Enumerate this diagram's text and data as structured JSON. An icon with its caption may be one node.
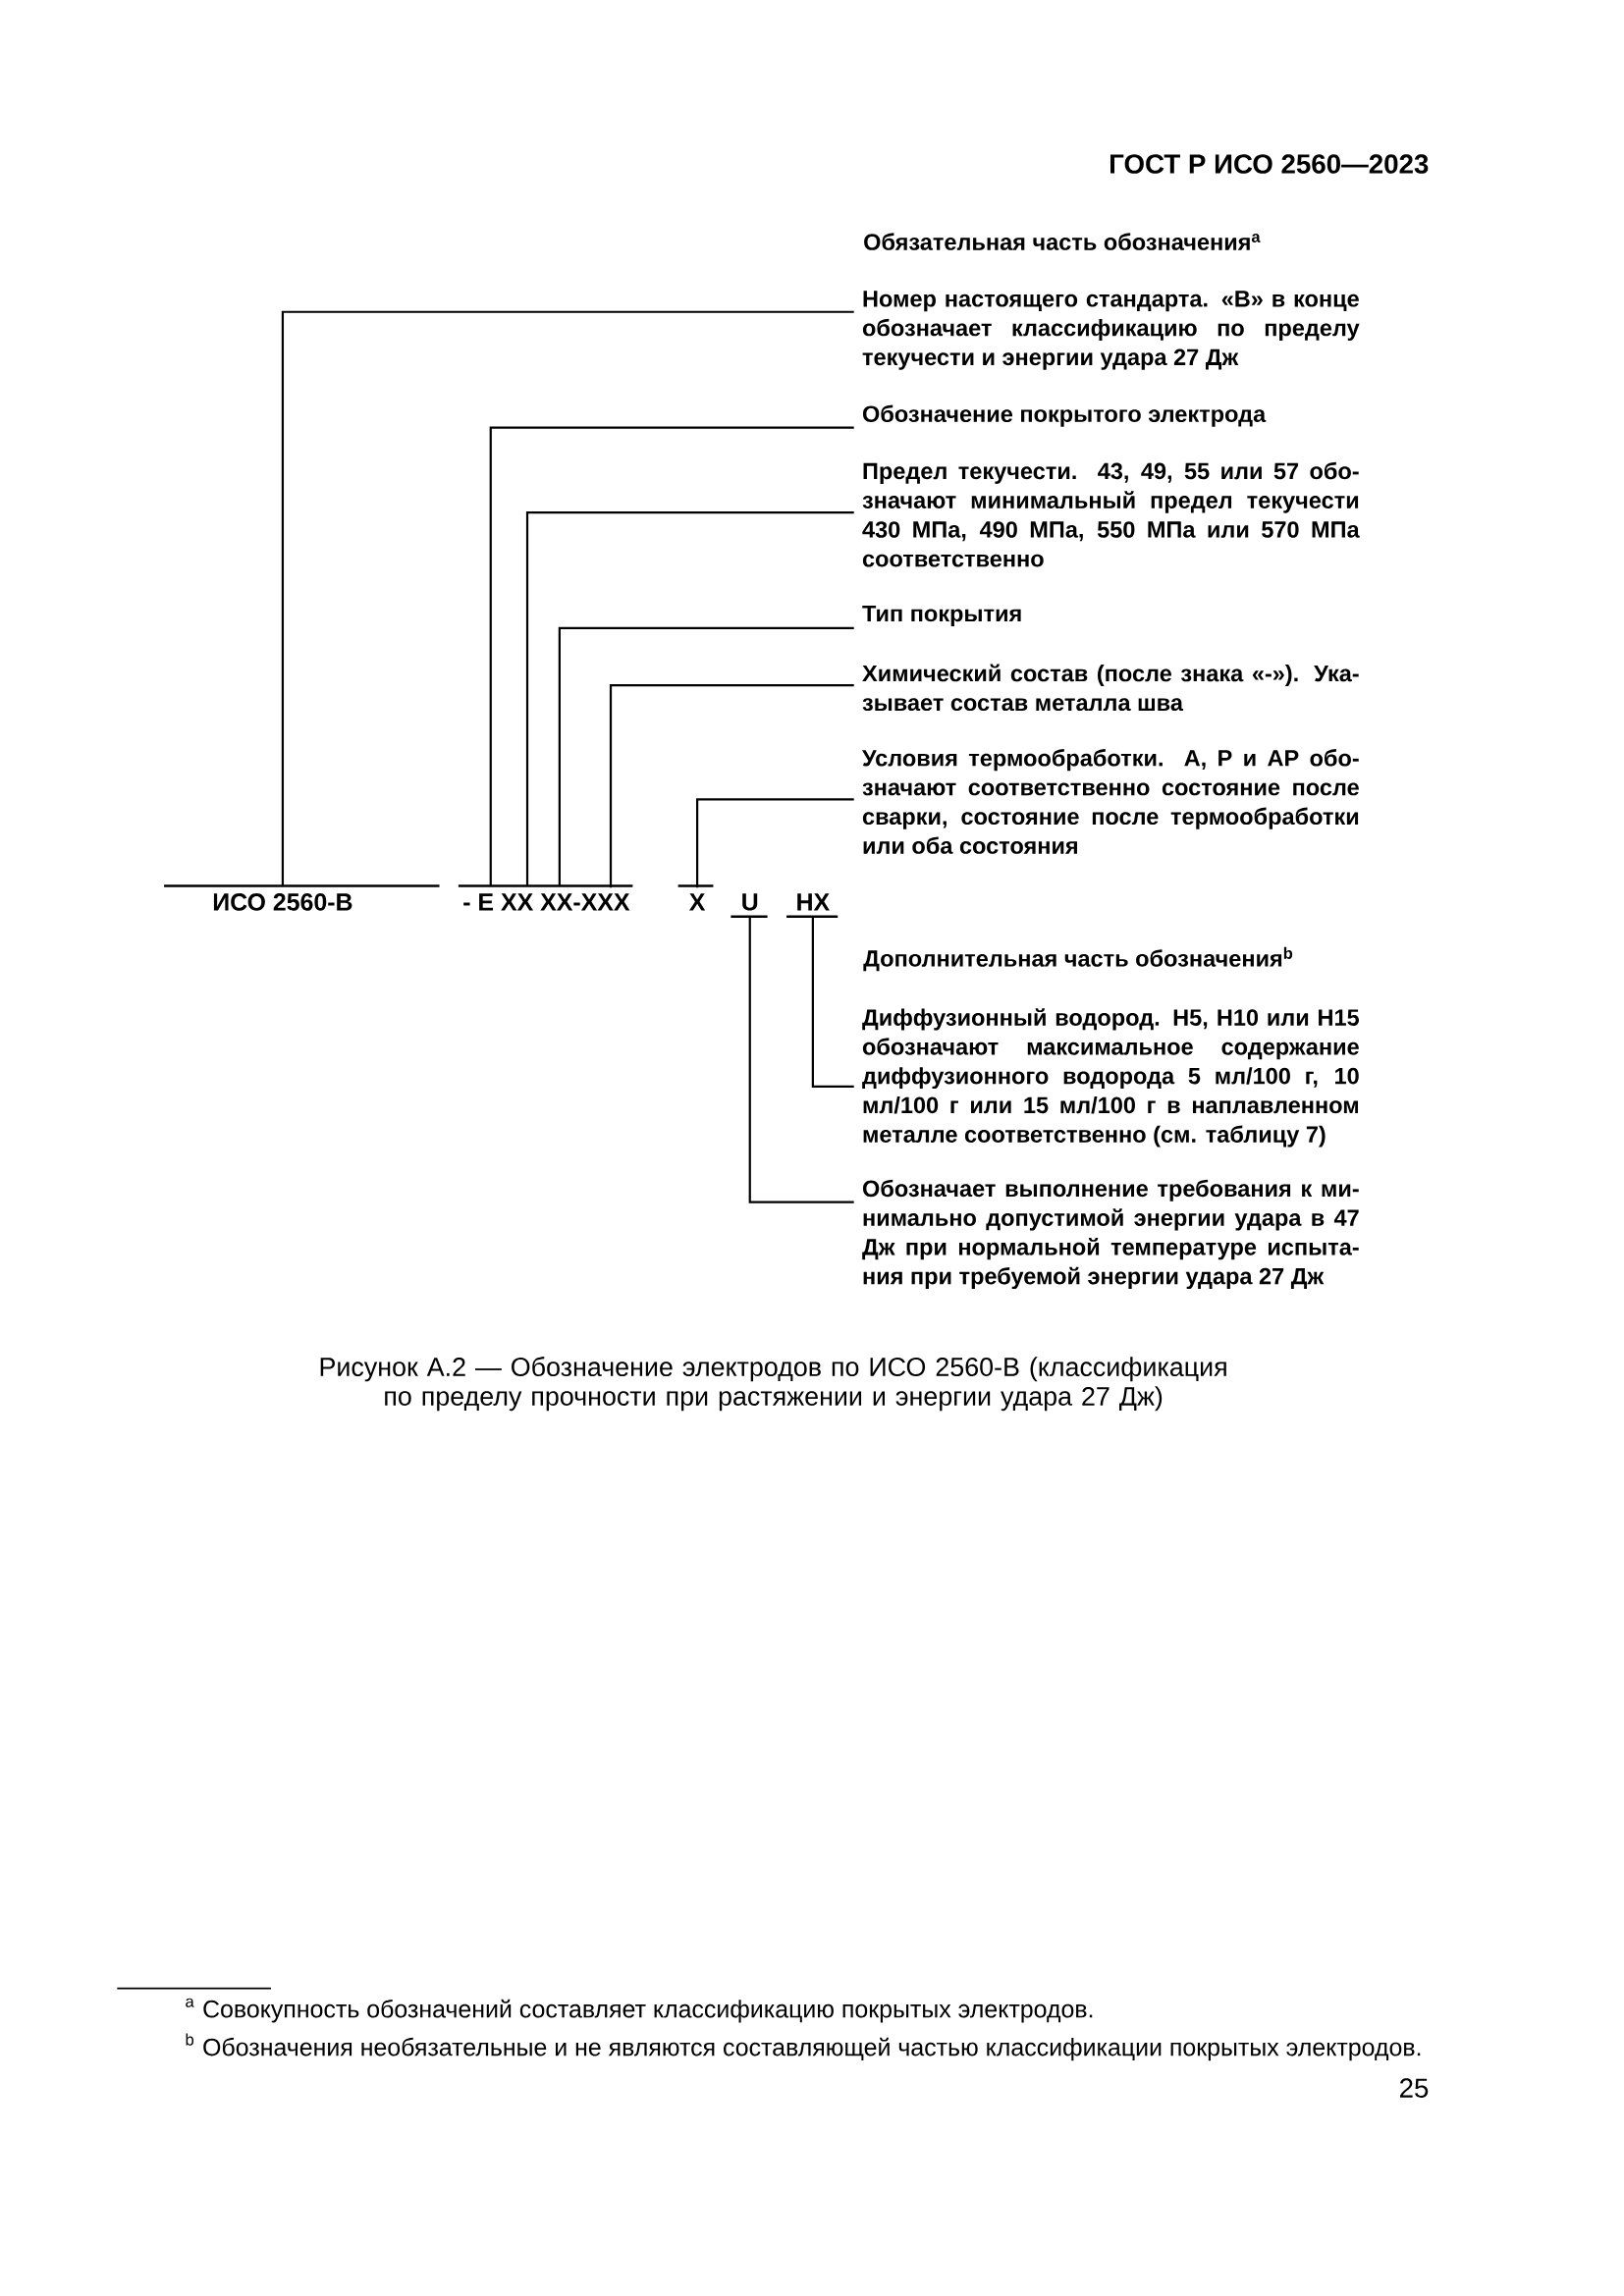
{
  "diagram": {
    "caption": "Рисунок А.2 — Обозначение электродов по ИСО 2560-В (классификация по пределу прочности при растяжении и энергии удара 27 Дж)",
    "nodes": [
      {
        "text": [
          "Номер настоящего стандарта. «В» в конце обозначает классификацию по пределу текучести и энергии удара 27 Дж"
        ]
      },
      {
        "text": [
          "Обозначение покрытого электрода"
        ]
      },
      {
        "text": [
          "Предел текучести. 43, 49, 55 или 57 обо- значают минимальный предел текучести 430 МПа, 490 МПа, 550 МПа или 570 МПа соответственно"
        ]
      },
      {
        "text": [
          "Тип покрытия"
        ]
      },
      {
        "text": [
          "Химический состав (после знака «-»). Ука- зывает состав металла шва"
        ]
      },
      {
        "text": [
          "Условия термообработки. А, Р и АР обо- значают соответственно состояние после сварки, состояние после термообработки или оба состояния"
        ]
      },
      {
        "text": [
          "ИСО 2560-В"
        ]
      },
      {
        "text": [
          "- Е ХХ ХХ-ХХХ"
        ]
      },
      {
        "text": [
          "Х"
        ]
      },
      {
        "text": [
          "U"
        ]
      },
      {
        "text": [
          "НХ"
        ]
      },
      {
        "text": [
          "Диффузионный водород. Н5, Н10 или Н15 обозначают максимальное содержание диффузионного водорода 5 мл/100 г, 10 мл/100 г или 15 мл/100 г в наплавленном металле соответственно (см. таблицу 7)"
        ]
      },
      {
        "text": [
          "Обозначает выполнение требования к ми- нимально допустимой энергии удара в 47 Дж при нормальной температуре испыта- ния при требуемой энергии удара 27 Дж"
        ]
      }
    ],
    "edges": [
      {
        "from": 0,
        "to": 6,
        "arrow": "none"
      },
      {
        "from": 1,
        "to": 7,
        "arrow": "none"
      },
      {
        "from": 2,
        "to": 7,
        "arrow": "none"
      },
      {
        "from": 3,
        "to": 7,
        "arrow": "none"
      },
      {
        "from": 4,
        "to": 7,
        "arrow": "none"
      },
      {
        "from": 5,
        "to": 8,
        "arrow": "none"
      },
      {
        "from": 11,
        "to": 10,
        "arrow": "none"
      },
      {
        "from": 12,
        "to": 9,
        "arrow": "none"
      }
    ],
    "labels": [
      "ГОСТ Р ИСО 2560—2023",
      "Обязательная часть обозначения$^{a}$",
      "Дополнительная часть обозначения$^{b}$",
      "$^{a}$ Совокупность обозначений составляет классификацию покрытых электродов.",
      "$^{b}$ Обозначения необязательные и не являются составляющей частью классификации покрытых электродов.",
      "25"
    ]
  }
}
